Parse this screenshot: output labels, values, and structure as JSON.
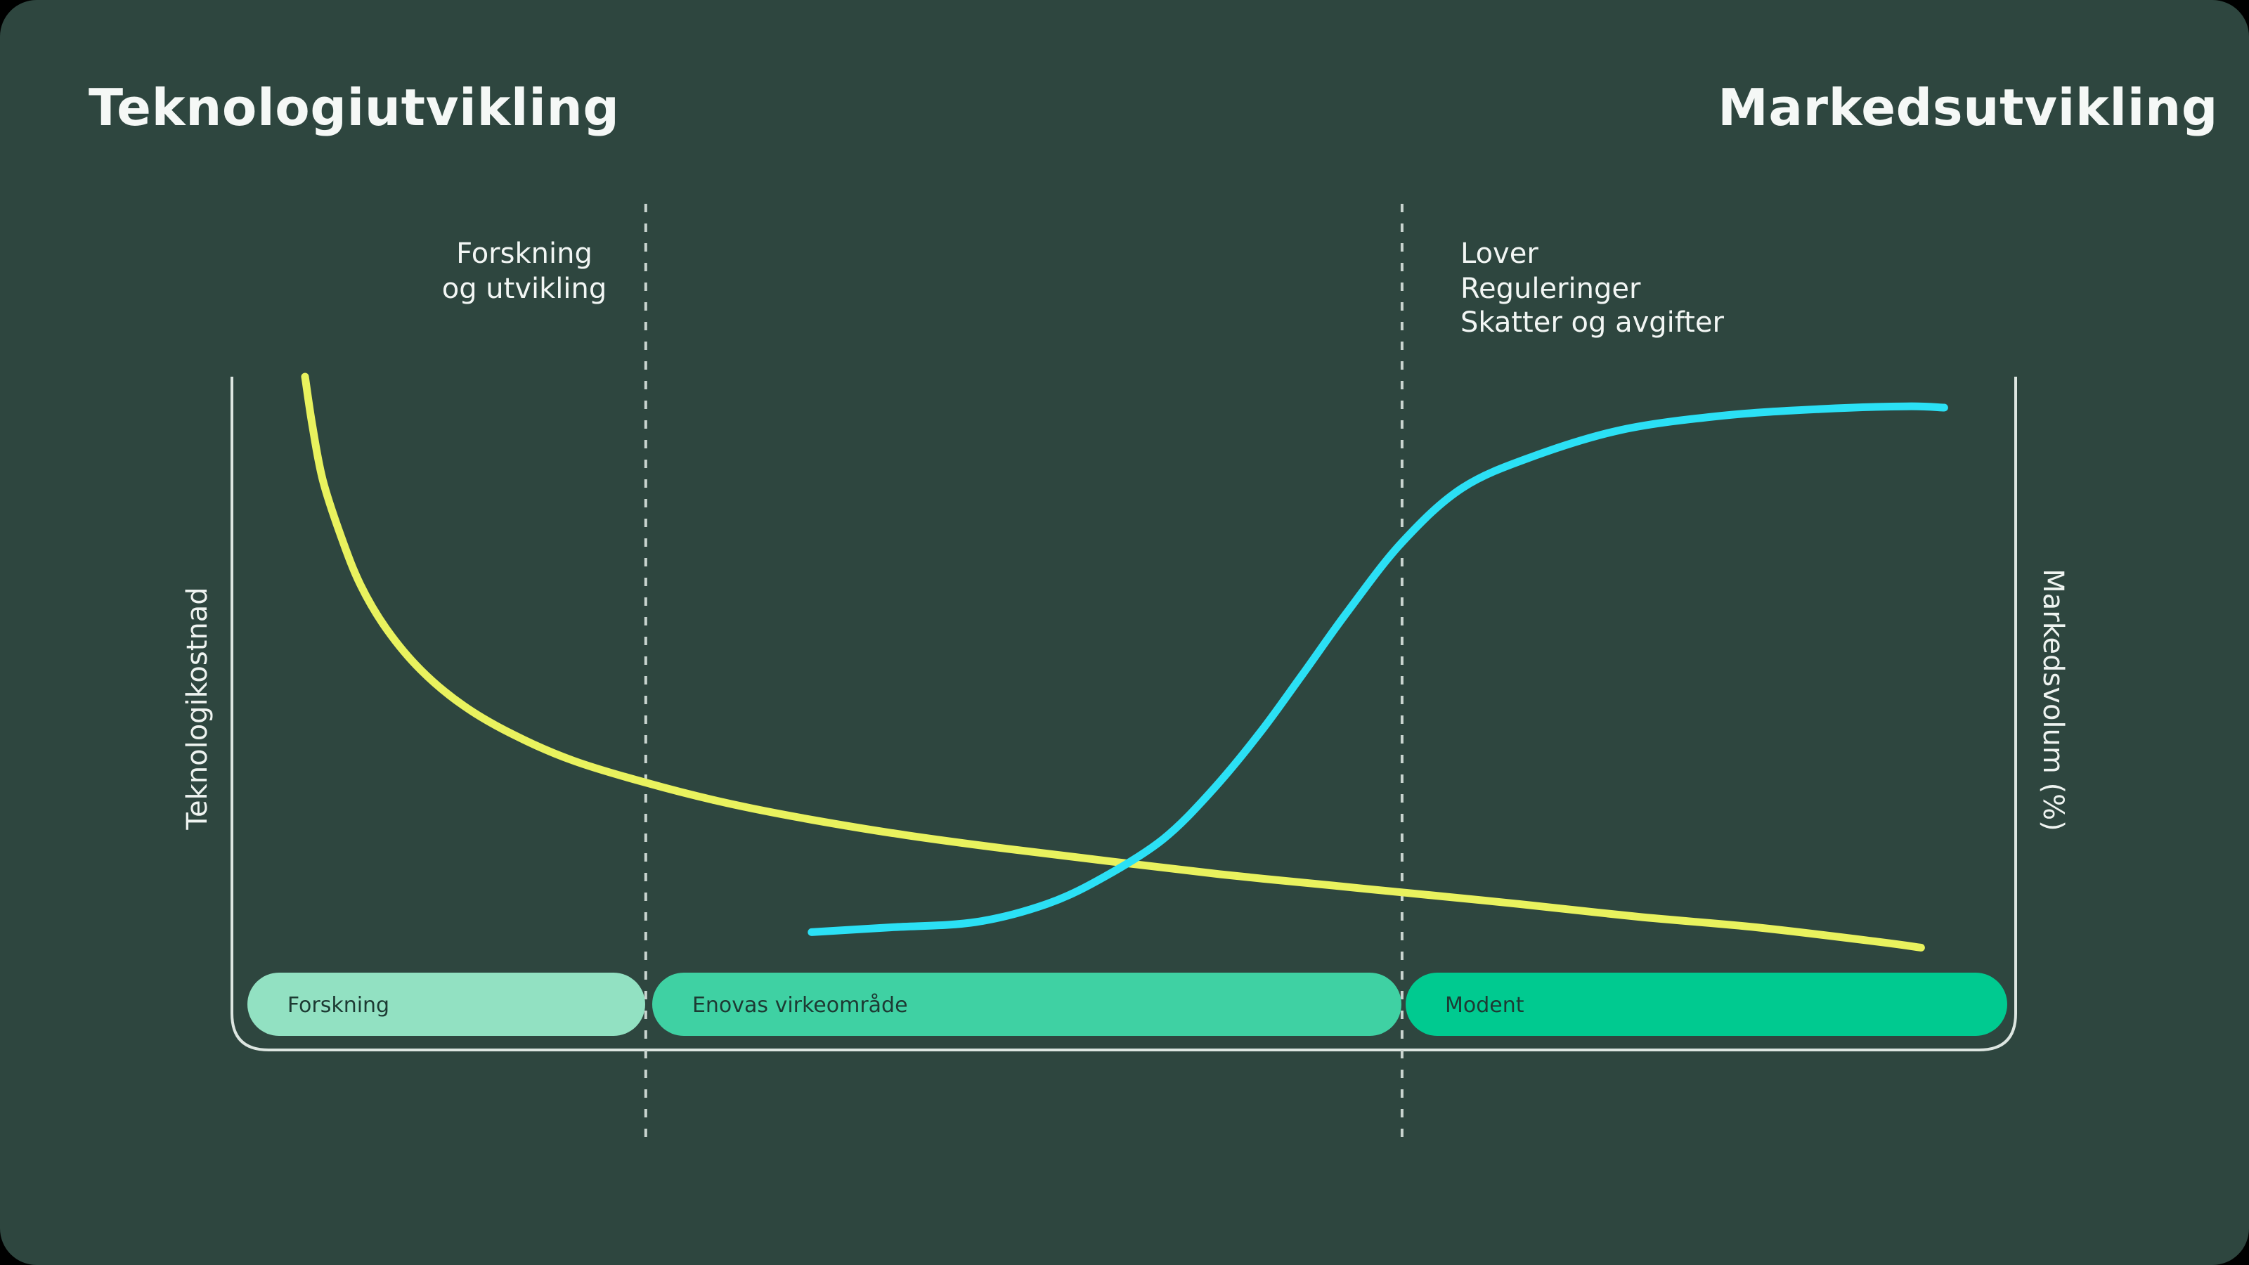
{
  "panel": {
    "background": "#2e463f",
    "outer_background": "#000000"
  },
  "titles": {
    "left": "Teknologiutvikling",
    "right": "Markedsutvikling"
  },
  "axes": {
    "left_label": "Teknologikostnad",
    "right_label": "Markedsvolum (%)"
  },
  "annotations": {
    "left_zone": [
      "Forskning",
      "og utvikling"
    ],
    "right_zone": [
      "Lover",
      "Reguleringer",
      "Skatter og avgifter"
    ]
  },
  "zones": [
    {
      "label": "Forskning",
      "color": "#92e1c2",
      "text_color": "#1d3a33",
      "span": [
        0.9,
        23.2
      ]
    },
    {
      "label": "Enovas virkeområde",
      "color": "#3fd1a3",
      "text_color": "#1d3a33",
      "span": [
        23.6,
        65.6
      ]
    },
    {
      "label": "Modent",
      "color": "#00ca90",
      "text_color": "#1d3a33",
      "span": [
        65.8,
        99.5
      ]
    }
  ],
  "chart_data": {
    "type": "line",
    "title": "",
    "xlabel": "",
    "ylabel_left": "Teknologikostnad",
    "ylabel_right": "Markedsvolum (%)",
    "x_range": [
      0,
      100
    ],
    "y_range": [
      0,
      100
    ],
    "grid": false,
    "legend": "none",
    "frame_color": "#dde6e1",
    "guide_color": "#c9d4cf",
    "guides_x": [
      23.2,
      65.6
    ],
    "series": [
      {
        "name": "Teknologikostnad",
        "color": "#e9f25e",
        "width": 5.5,
        "points": [
          [
            4.1,
            100
          ],
          [
            4.5,
            92.9
          ],
          [
            5.1,
            84.6
          ],
          [
            6.1,
            76.4
          ],
          [
            7.2,
            69.1
          ],
          [
            8.7,
            62.4
          ],
          [
            10.6,
            56.4
          ],
          [
            13.0,
            51.1
          ],
          [
            15.8,
            46.8
          ],
          [
            19.1,
            43.0
          ],
          [
            23.2,
            39.7
          ],
          [
            27.7,
            36.7
          ],
          [
            32.5,
            34.2
          ],
          [
            37.8,
            31.9
          ],
          [
            43.4,
            29.9
          ],
          [
            49.3,
            28.0
          ],
          [
            55.4,
            26.1
          ],
          [
            61.8,
            24.4
          ],
          [
            65.6,
            23.4
          ],
          [
            72.1,
            21.7
          ],
          [
            78.8,
            19.8
          ],
          [
            85.5,
            18.2
          ],
          [
            92.2,
            16.1
          ],
          [
            94.7,
            15.2
          ]
        ]
      },
      {
        "name": "Markedsvolum (%)",
        "color": "#2be0f5",
        "width": 5.5,
        "points": [
          [
            32.5,
            17.5
          ],
          [
            36.9,
            18.2
          ],
          [
            41.7,
            19.0
          ],
          [
            45.7,
            21.7
          ],
          [
            48.9,
            25.7
          ],
          [
            52.2,
            31.3
          ],
          [
            54.9,
            38.4
          ],
          [
            57.6,
            47.0
          ],
          [
            60.0,
            55.7
          ],
          [
            62.6,
            65.3
          ],
          [
            65.6,
            75.4
          ],
          [
            69.0,
            83.5
          ],
          [
            73.1,
            88.3
          ],
          [
            77.9,
            92.1
          ],
          [
            83.5,
            94.2
          ],
          [
            89.1,
            95.2
          ],
          [
            93.9,
            95.6
          ],
          [
            96.0,
            95.4
          ]
        ]
      }
    ]
  }
}
